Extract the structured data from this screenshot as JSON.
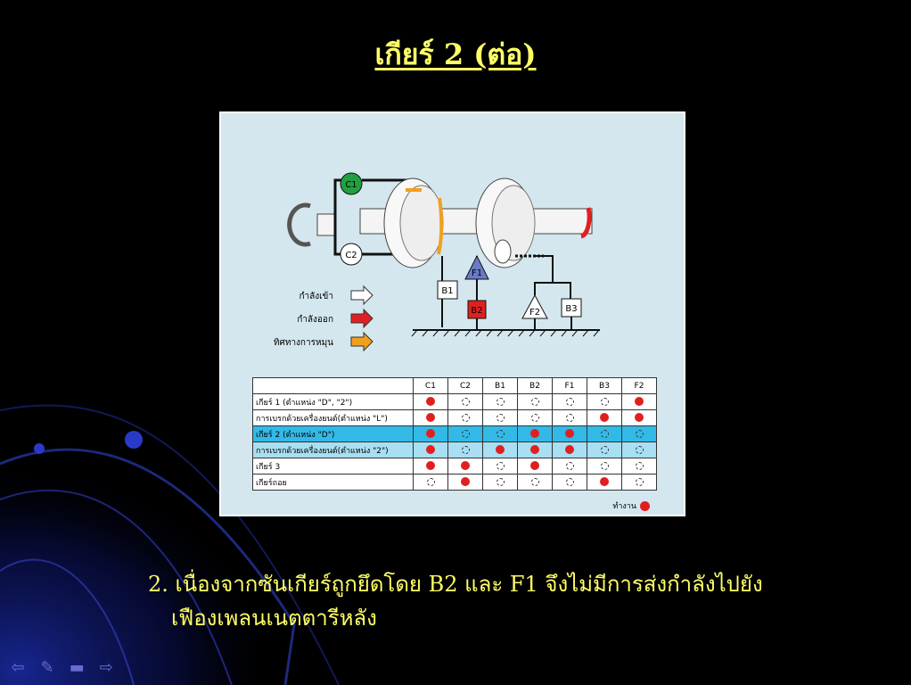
{
  "slide": {
    "title": "เกียร์ 2 (ต่อ)",
    "body_line1": "2. เนื่องจากซันเกียร์ถูกยึดโดย B2 และ F1 จึงไม่มีการส่งกำลังไปยัง",
    "body_line2": "เฟืองเพลนเนตตารีหลัง"
  },
  "diagram": {
    "components": {
      "c1": "C1",
      "c2": "C2",
      "b1": "B1",
      "b2": "B2",
      "b3": "B3",
      "f1": "F1",
      "f2": "F2"
    },
    "legend": {
      "input": "กำลังเข้า",
      "output": "กำลังออก",
      "rotation": "ทิศทางการหมุน"
    },
    "colors": {
      "input": "#ffffff",
      "output": "#e02020",
      "rotation": "#f0a020",
      "c1": "#22a040",
      "b2": "#e02020",
      "f1": "#6a7ac8"
    }
  },
  "table": {
    "columns": [
      "C1",
      "C2",
      "B1",
      "B2",
      "F1",
      "B3",
      "F2"
    ],
    "rows": [
      {
        "label": "เกียร์ 1 (ตำแหน่ง \"D\", \"2\")",
        "states": [
          1,
          0,
          0,
          0,
          0,
          0,
          1
        ],
        "highlight": ""
      },
      {
        "label": "การเบรกด้วยเครื่องยนต์(ตำแหน่ง \"L\")",
        "states": [
          1,
          0,
          0,
          0,
          0,
          1,
          1
        ],
        "highlight": ""
      },
      {
        "label": "เกียร์ 2 (ตำแหน่ง \"D\")",
        "states": [
          1,
          0,
          0,
          1,
          1,
          0,
          0
        ],
        "highlight": "strong"
      },
      {
        "label": "การเบรกด้วยเครื่องยนต์(ตำแหน่ง \"2\")",
        "states": [
          1,
          0,
          1,
          1,
          1,
          0,
          0
        ],
        "highlight": "light"
      },
      {
        "label": "เกียร์ 3",
        "states": [
          1,
          1,
          0,
          1,
          0,
          0,
          0
        ],
        "highlight": ""
      },
      {
        "label": "เกียร์ถอย",
        "states": [
          0,
          1,
          0,
          0,
          0,
          1,
          0
        ],
        "highlight": ""
      }
    ],
    "active_legend": "ทำงาน"
  },
  "nav": {
    "prev": "⇦",
    "pen": "✎",
    "menu": "▬",
    "next": "⇨"
  }
}
